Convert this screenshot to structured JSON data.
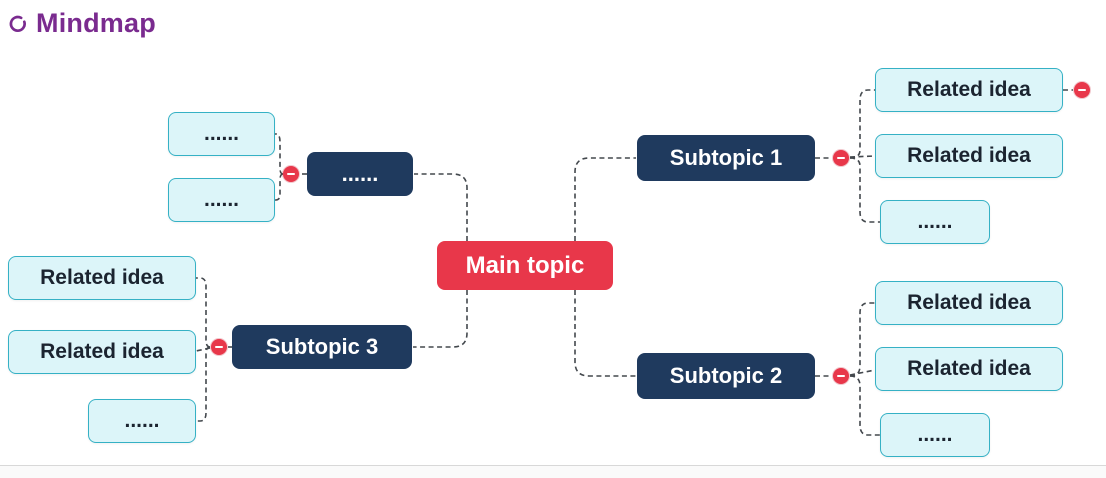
{
  "page": {
    "title": "Mindmap"
  },
  "icons": {
    "header_icon": "spiral-ring-icon",
    "collapse_icon": "minus-circle"
  },
  "colors": {
    "title_text": "#7a2b8f",
    "main_topic_bg": "#e8374a",
    "subtopic_bg": "#1f3a5e",
    "leaf_bg": "#dcf5f9",
    "leaf_border": "#35b1c5",
    "collapse_button": "#e8374a",
    "connector": "#43484d",
    "node_text_dark": "#1b2430",
    "node_text_light": "#ffffff"
  },
  "mindmap": {
    "root": {
      "label": "Main topic"
    },
    "branches": [
      {
        "label": "Subtopic 1",
        "side": "right",
        "children": [
          "Related idea",
          "Related idea",
          "......"
        ]
      },
      {
        "label": "Subtopic 2",
        "side": "right",
        "children": [
          "Related idea",
          "Related idea",
          "......"
        ]
      },
      {
        "label": "......",
        "side": "left",
        "children": [
          "......",
          "......"
        ]
      },
      {
        "label": "Subtopic 3",
        "side": "left",
        "children": [
          "Related idea",
          "Related idea",
          "......"
        ]
      }
    ]
  }
}
